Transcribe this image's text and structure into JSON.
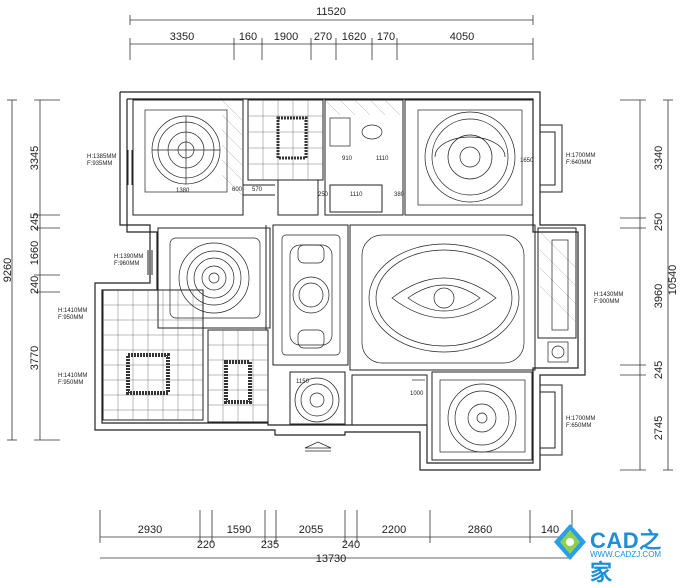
{
  "dimensions": {
    "top_total": "11520",
    "top_segments": [
      "3350",
      "160",
      "1900",
      "270",
      "1620",
      "170",
      "4050"
    ],
    "bottom_total": "13730",
    "bottom_segments": [
      "2930",
      "220",
      "1590",
      "235",
      "2055",
      "240",
      "2200",
      "2860",
      "140"
    ],
    "left_total": "9260",
    "left_segments": [
      "3345",
      "245",
      "1660",
      "240",
      "3770"
    ],
    "right_total": "10540",
    "right_segments": [
      "3340",
      "250",
      "3960",
      "245",
      "2745"
    ]
  },
  "room_labels": [
    {
      "h": "H:1385MM",
      "f": "F:935MM"
    },
    {
      "h": "H:1390MM",
      "f": "F:960MM"
    },
    {
      "h": "H:1410MM",
      "f": "F:950MM"
    },
    {
      "h": "H:1410MM",
      "f": "F:950MM"
    },
    {
      "h": "H:1700MM",
      "f": "F:640MM"
    },
    {
      "h": "H:1430MM",
      "f": "F:900MM"
    },
    {
      "h": "H:1700MM",
      "f": "F:650MM"
    }
  ],
  "inner_dims": [
    "1380",
    "600",
    "570",
    "910",
    "1110",
    "1110",
    "250",
    "380",
    "1000",
    "1150",
    "1650"
  ],
  "watermark": {
    "title": "CAD之家",
    "url": "WWW.CADZJ.COM"
  }
}
